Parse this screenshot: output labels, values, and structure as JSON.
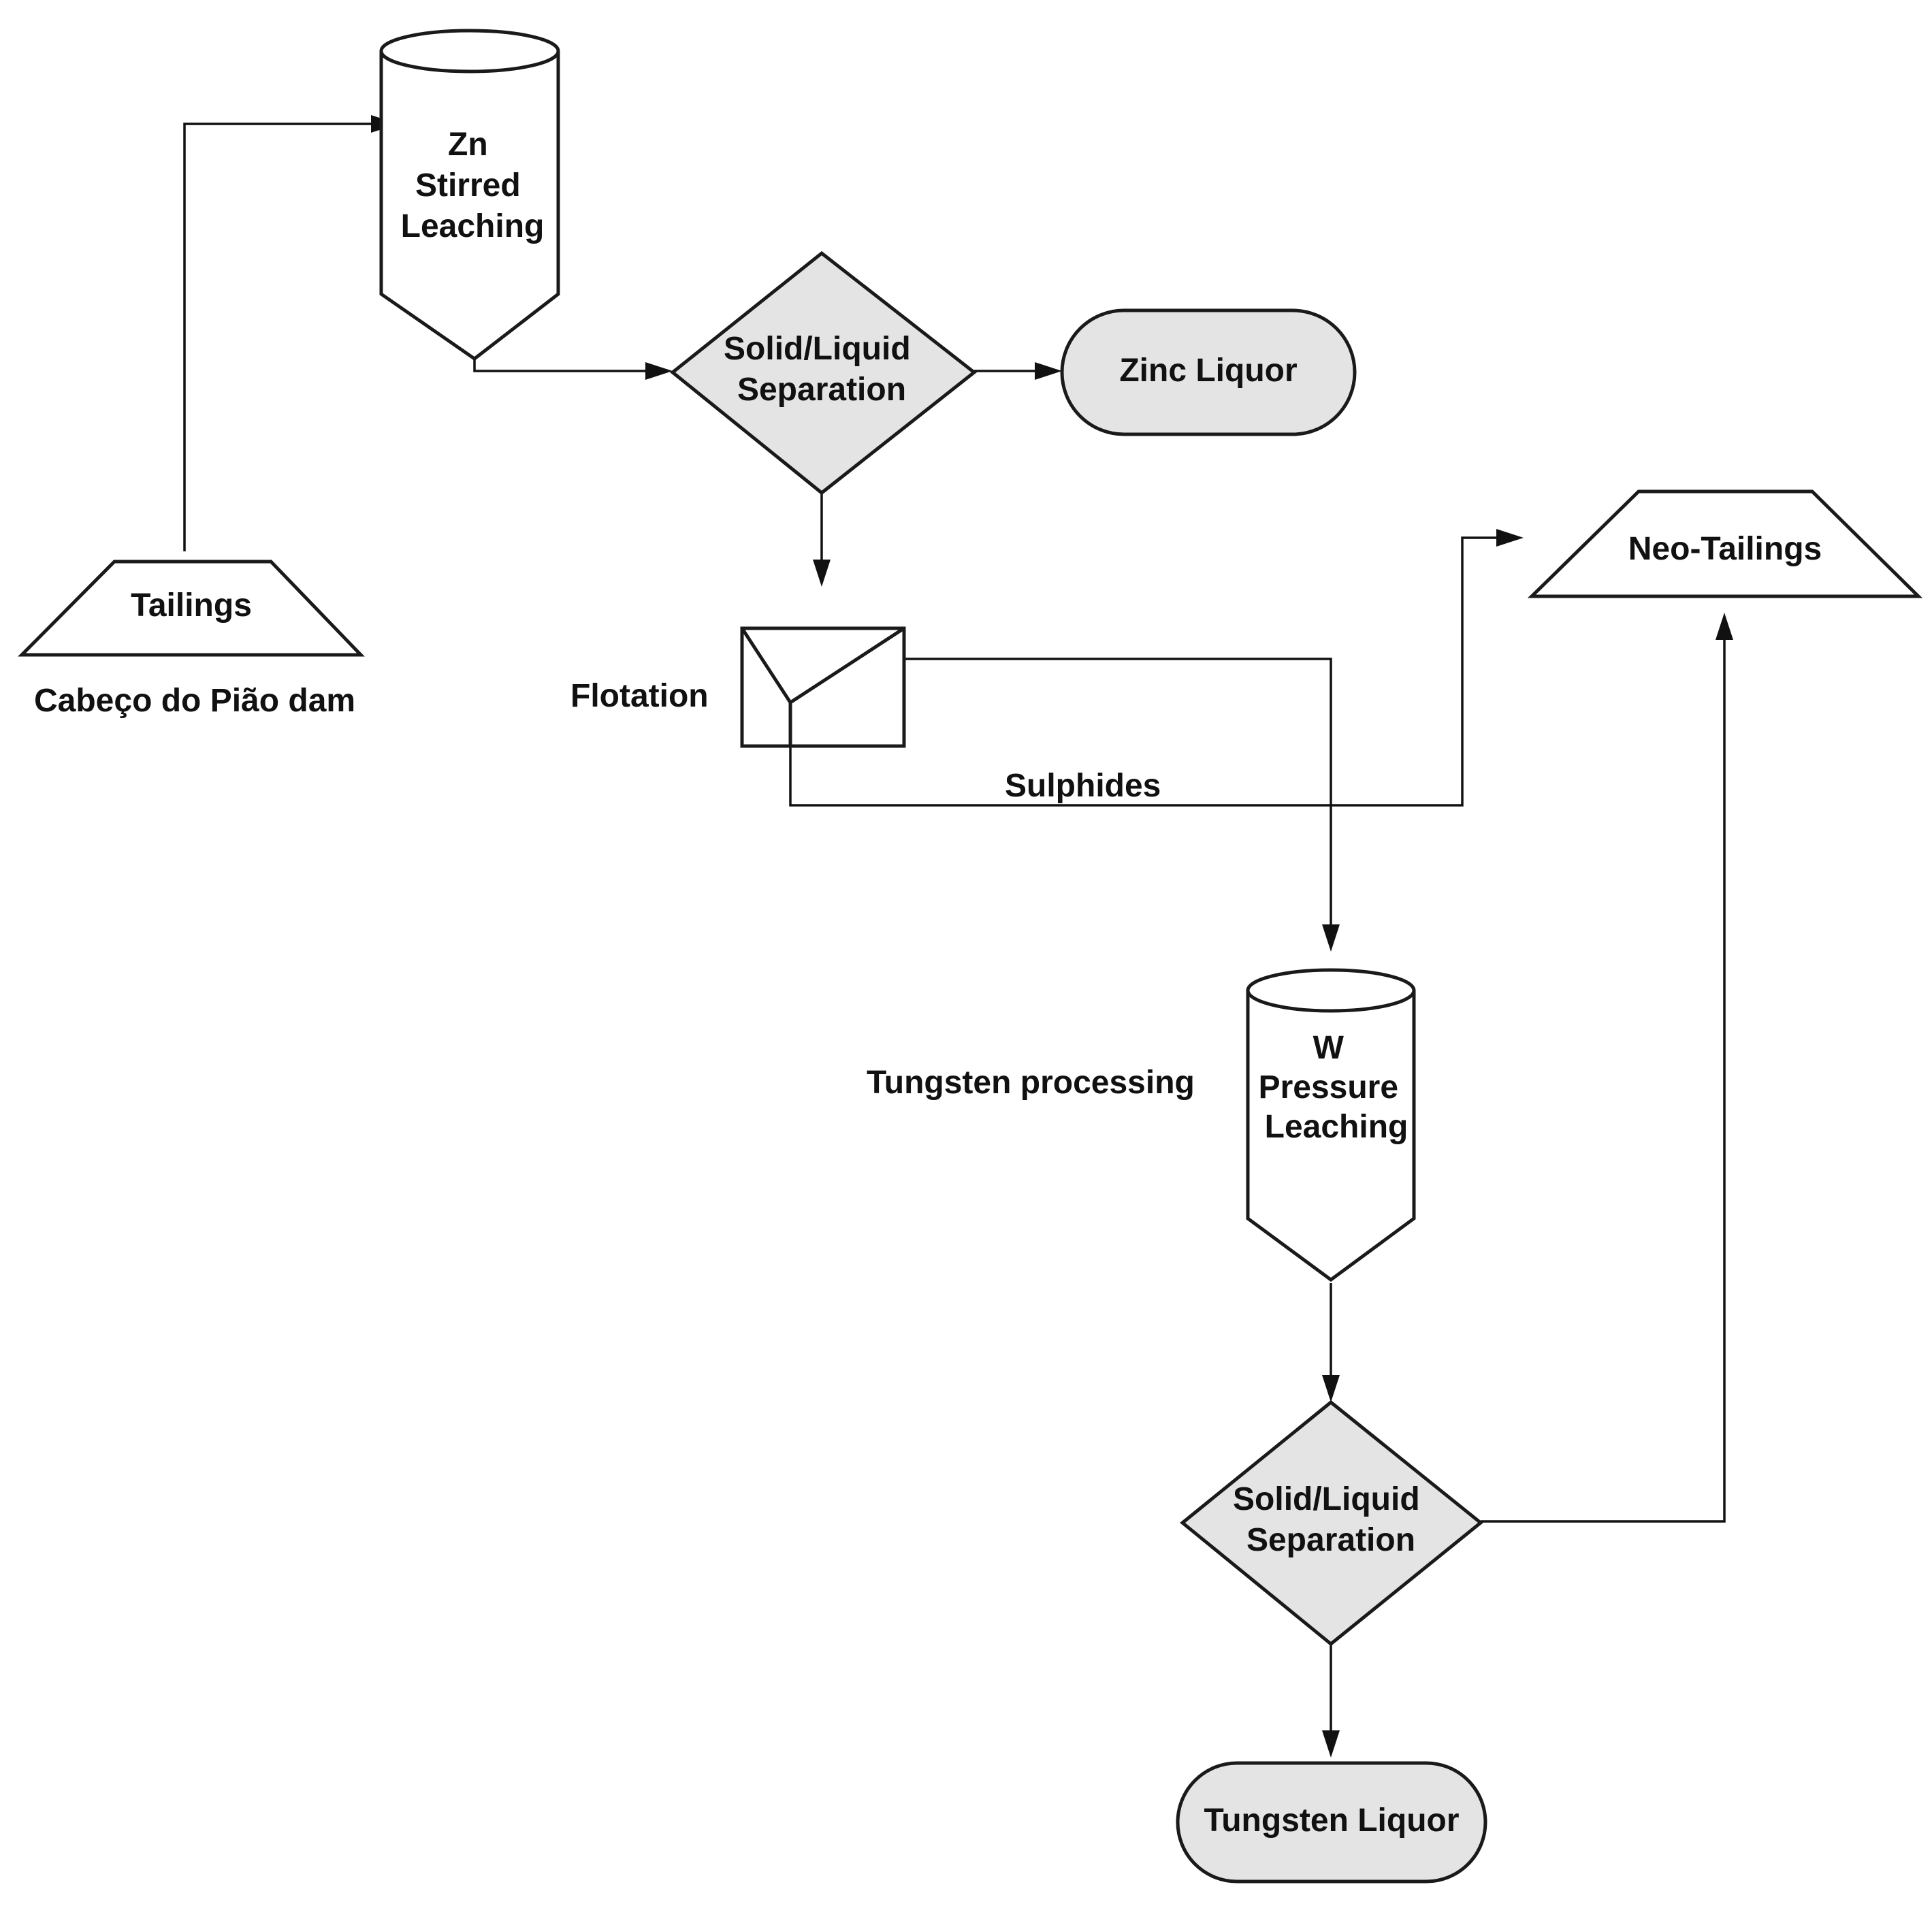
{
  "colors": {
    "fill_grey": "#e4e4e4",
    "fill_white": "#ffffff",
    "stroke": "#1a1a1a"
  },
  "nodes": {
    "tailings": {
      "label": "Tailings",
      "shape": "trapezoid"
    },
    "zn_leach": {
      "lines": [
        "Zn",
        "Stirred",
        "Leaching"
      ],
      "shape": "cone-tank"
    },
    "sl_sep_1": {
      "lines": [
        "Solid/Liquid",
        "Separation"
      ],
      "shape": "diamond"
    },
    "zinc_liquor": {
      "label": "Zinc Liquor",
      "shape": "terminator"
    },
    "flotation_cell": {
      "shape": "flotation-cell"
    },
    "neo_tailings": {
      "label": "Neo-Tailings",
      "shape": "trapezoid"
    },
    "w_leach": {
      "lines": [
        "W",
        "Pressure",
        "Leaching"
      ],
      "shape": "cone-tank"
    },
    "sl_sep_2": {
      "lines": [
        "Solid/Liquid",
        "Separation"
      ],
      "shape": "diamond"
    },
    "tungsten_liquor": {
      "label": "Tungsten Liquor",
      "shape": "terminator"
    }
  },
  "labels": {
    "source": "Cabeço do Pião dam",
    "flotation": "Flotation",
    "sulphides": "Sulphides",
    "tungsten_processing": "Tungsten processing"
  },
  "edges": [
    {
      "from": "tailings",
      "to": "zn_leach"
    },
    {
      "from": "zn_leach",
      "to": "sl_sep_1"
    },
    {
      "from": "sl_sep_1",
      "to": "zinc_liquor"
    },
    {
      "from": "sl_sep_1",
      "to": "flotation_cell"
    },
    {
      "from": "flotation_cell",
      "to": "neo_tailings",
      "label": "Sulphides"
    },
    {
      "from": "flotation_cell",
      "to": "w_leach"
    },
    {
      "from": "w_leach",
      "to": "sl_sep_2"
    },
    {
      "from": "sl_sep_2",
      "to": "tungsten_liquor"
    },
    {
      "from": "sl_sep_2",
      "to": "neo_tailings"
    }
  ]
}
